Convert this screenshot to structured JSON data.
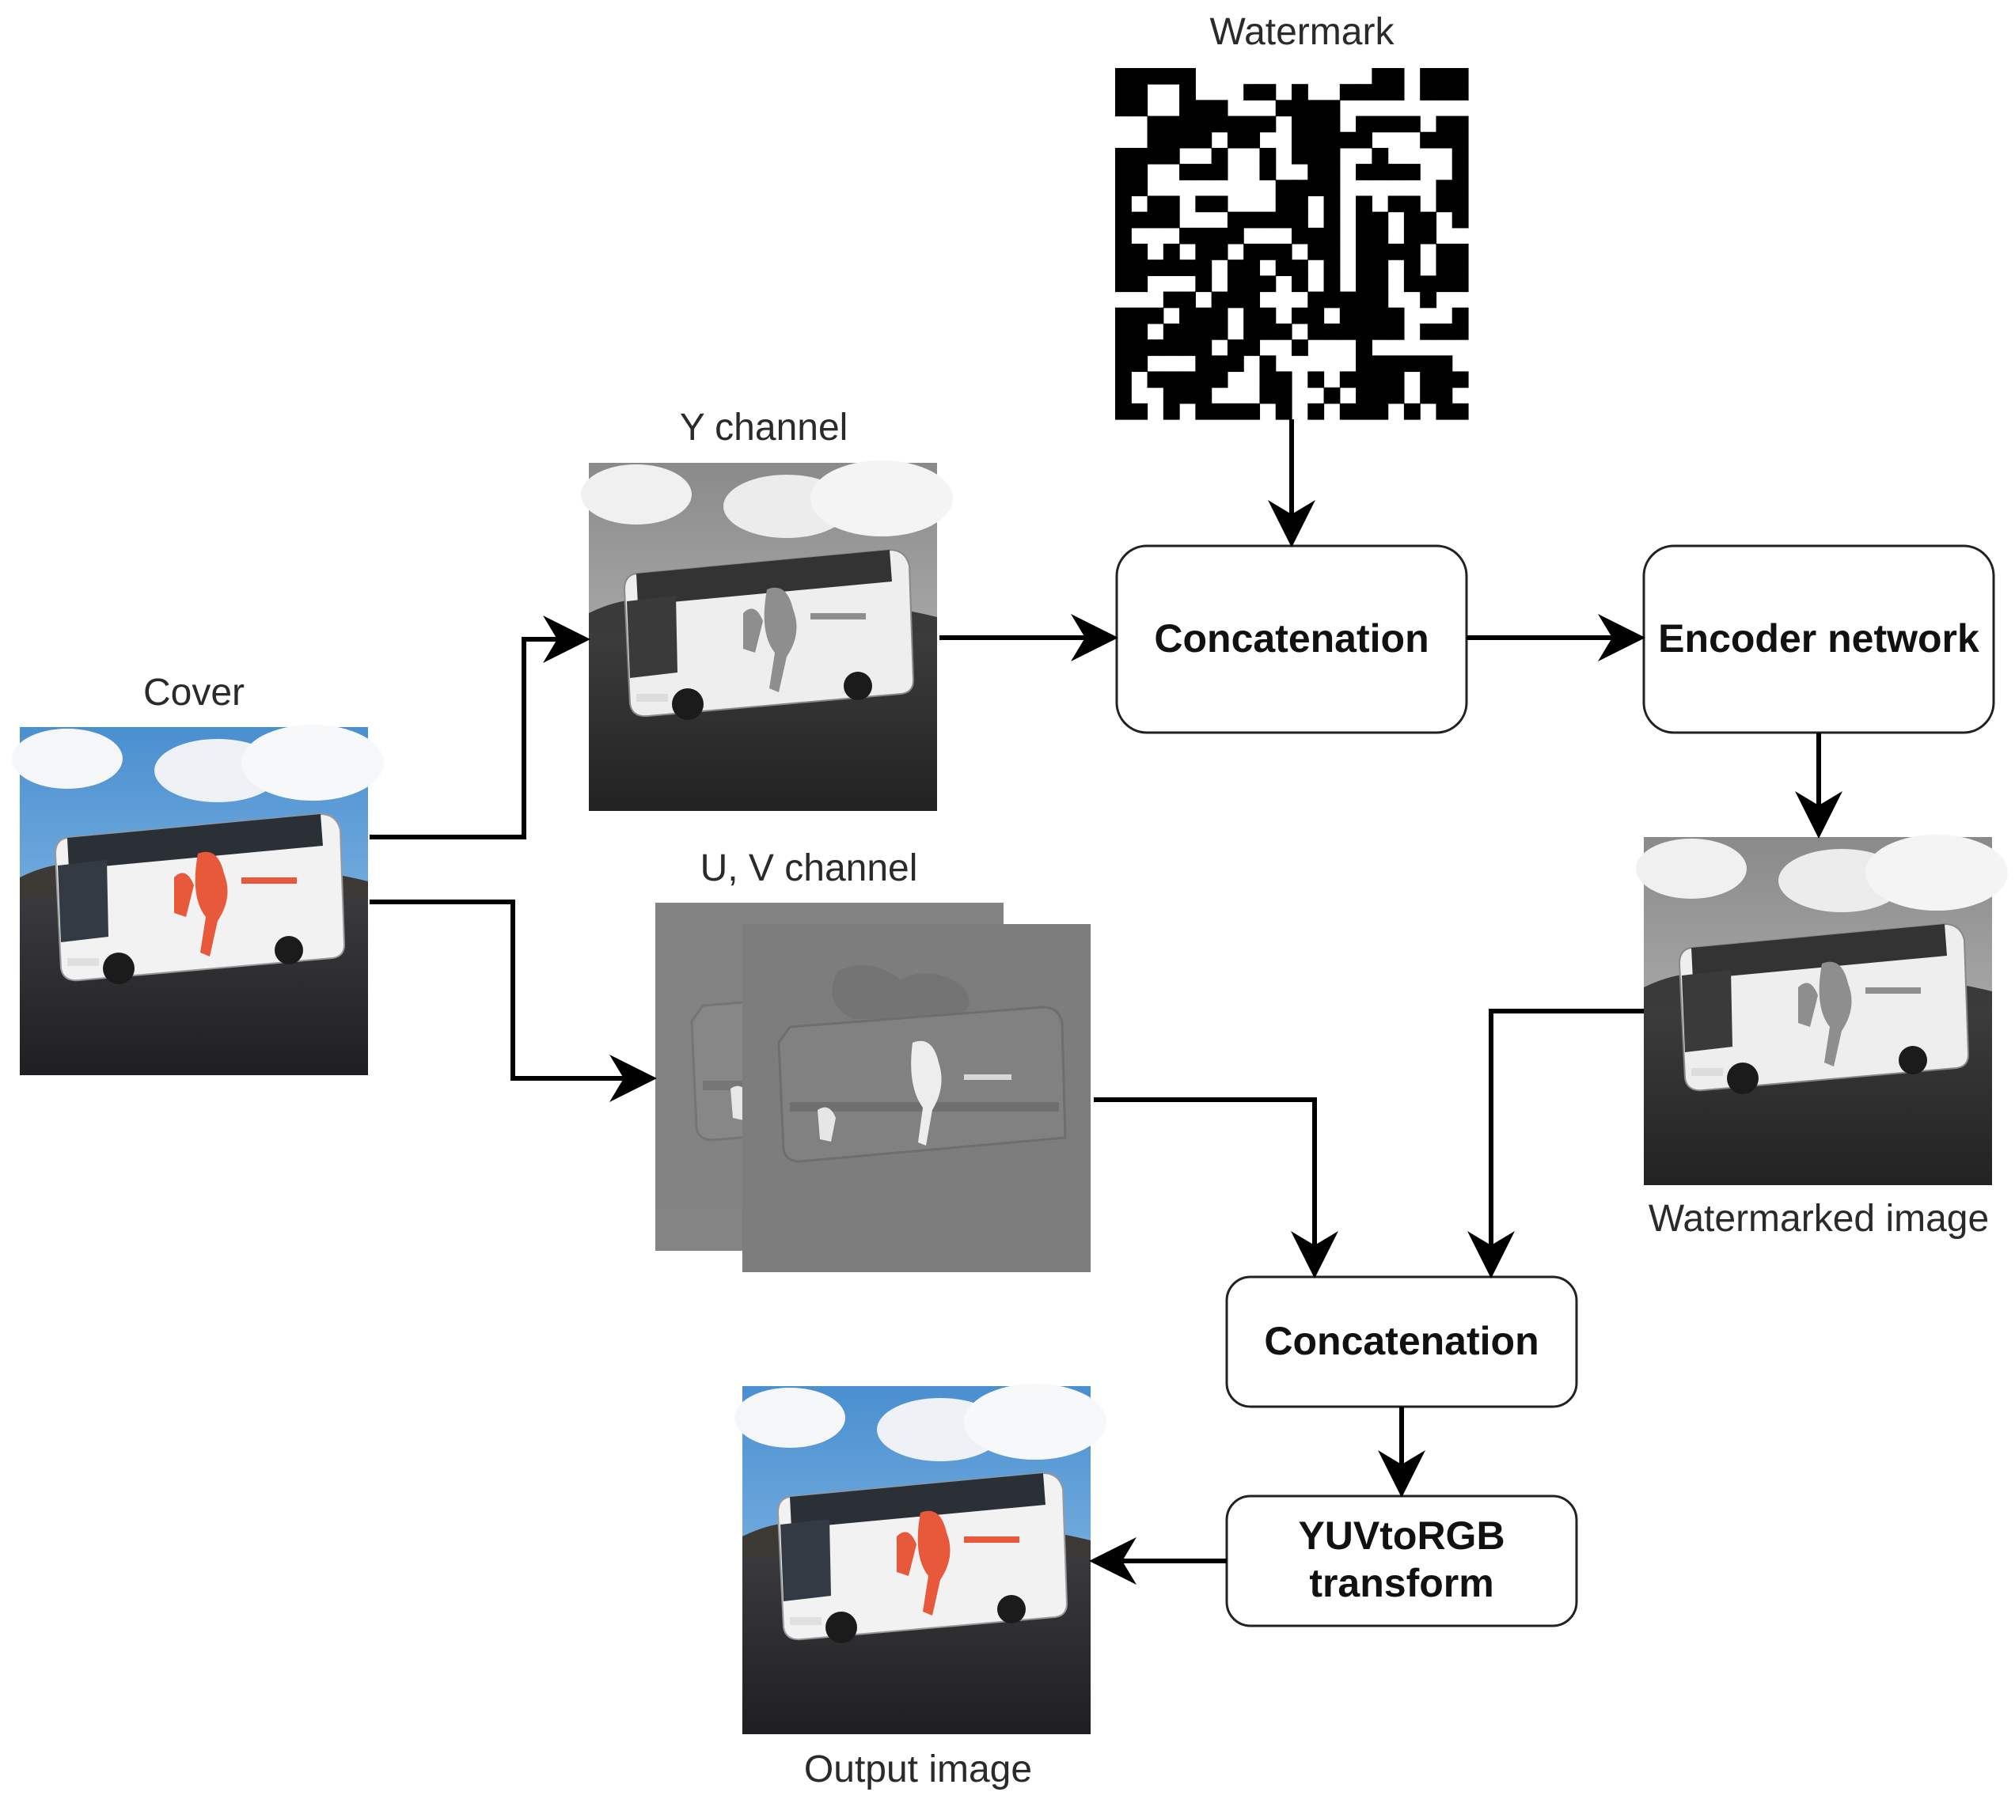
{
  "labels": {
    "watermark": "Watermark",
    "y_channel": "Y channel",
    "cover": "Cover",
    "uv_channel": "U, V channel",
    "watermarked_image": "Watermarked image",
    "output_image": "Output image"
  },
  "nodes": {
    "concat_top": "Concatenation",
    "encoder": "Encoder network",
    "concat_bottom": "Concatenation",
    "yuv_line1": "YUVtoRGB",
    "yuv_line2": "transform"
  },
  "colors": {
    "sky": "#5f9fd6",
    "bus_accent": "#e8583a",
    "edge": "#000000"
  },
  "watermark_grid": [
    "1111100000000000110111",
    "1100100011010011110111",
    "1100111000111100000000",
    "0011111111011101111011",
    "0011110110011111000111",
    "1111001001011100100001",
    "1100111001001101111001",
    "1100000000111100000011",
    "1011011000110101011011",
    "1111000111110101101101",
    "1000111100011101101100",
    "1101011011101101111011",
    "1111110110110101101011",
    "1100010111010101101111",
    "0001101110001111100100",
    "1110111011011011110001",
    "1101111011101111110111",
    "1111110110010001000000",
    "1100011101000001111110",
    "1011111001101011110111",
    "1001110001100101110110",
    "1101011110101011101011"
  ]
}
